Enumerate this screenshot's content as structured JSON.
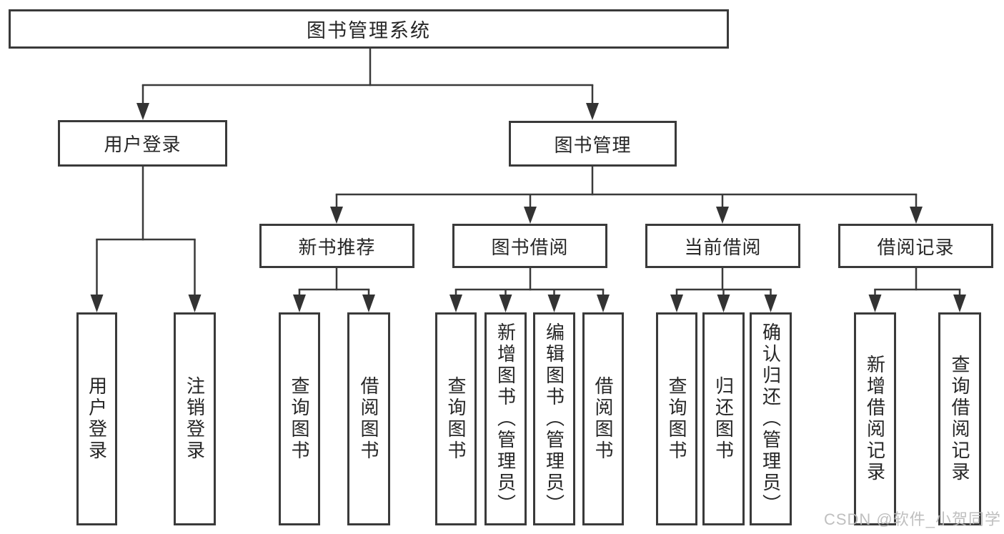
{
  "diagram": {
    "root": {
      "label": "图书管理系统"
    },
    "branches": [
      {
        "label": "用户登录",
        "children": [
          {
            "label": "用户登录"
          },
          {
            "label": "注销登录"
          }
        ]
      },
      {
        "label": "图书管理",
        "groups": [
          {
            "label": "新书推荐",
            "children": [
              {
                "label": "查询图书"
              },
              {
                "label": "借阅图书"
              }
            ]
          },
          {
            "label": "图书借阅",
            "children": [
              {
                "label": "查询图书"
              },
              {
                "label": "新增图书（管理员）"
              },
              {
                "label": "编辑图书（管理员）"
              },
              {
                "label": "借阅图书"
              }
            ]
          },
          {
            "label": "当前借阅",
            "children": [
              {
                "label": "查询图书"
              },
              {
                "label": "归还图书"
              },
              {
                "label": "确认归还（管理员）"
              }
            ]
          },
          {
            "label": "借阅记录",
            "children": [
              {
                "label": "新增借阅记录"
              },
              {
                "label": "查询借阅记录"
              }
            ]
          }
        ]
      }
    ]
  },
  "watermark": {
    "text": "CSDN @软件_小贺同学",
    "color": "#bababa"
  },
  "colors": {
    "line": "#3a3a3a",
    "box_border": "#3a3a3a",
    "text": "#262626",
    "background": "#ffffff"
  }
}
